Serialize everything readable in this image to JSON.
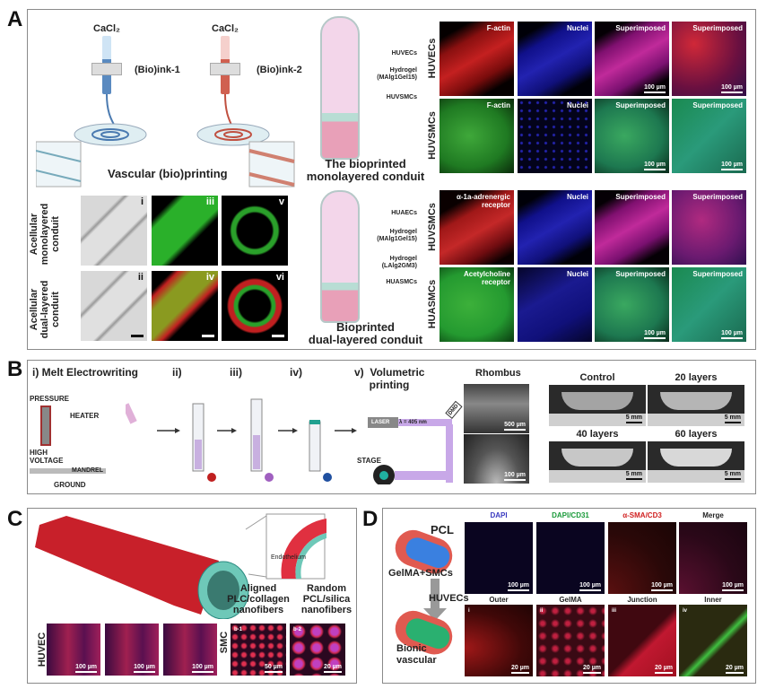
{
  "A": {
    "label": "A",
    "cacl2_left": "CaCl₂",
    "cacl2_right": "CaCl₂",
    "bioink1": "(Bio)ink-1",
    "bioink2": "(Bio)ink-2",
    "printing_title": "Vascular (bio)printing",
    "mono_conduit": {
      "layers": [
        "HUVECs",
        "Hydrogel\n(MAlg1Gel15)",
        "HUVSMCs"
      ],
      "title": "The bioprinted\nmonolayered conduit"
    },
    "dual_conduit": {
      "layers": [
        "HUAECs",
        "Hydrogel\n(MAlg1Gel15)",
        "Hydrogel\n(LAlg2GM3)",
        "HUASMCs"
      ],
      "title": "Bioprinted\ndual-layered conduit"
    },
    "acellular": {
      "rows": [
        "Acellular\nmonolayered\nconduit",
        "Acellular\ndual-layered\nconduit"
      ],
      "panels": [
        [
          "i",
          "iii",
          "v"
        ],
        [
          "ii",
          "iv",
          "vi"
        ]
      ]
    },
    "staining": [
      {
        "label": "HUVECs",
        "cells": [
          "F-actin",
          "Nuclei",
          "Superimposed",
          "Superimposed"
        ],
        "scale": [
          "",
          "",
          "100 µm",
          "100 µm"
        ],
        "tones": [
          "red",
          "blue",
          "mag",
          "redfull"
        ]
      },
      {
        "label": "HUVSMCs",
        "cells": [
          "F-actin",
          "Nuclei",
          "Superimposed",
          "Superimposed"
        ],
        "scale": [
          "",
          "",
          "100 µm",
          "100 µm"
        ],
        "tones": [
          "green",
          "bluedots",
          "gb",
          "gbfull"
        ]
      },
      {
        "label": "HUVSMCs",
        "cells": [
          "α-1a-adrenergic\nreceptor",
          "Nuclei",
          "Superimposed",
          "Superimposed"
        ],
        "scale": [
          "",
          "",
          "",
          ""
        ],
        "tones": [
          "redband",
          "blue",
          "mag",
          "magfull"
        ]
      },
      {
        "label": "HUASMCs",
        "cells": [
          "Acetylcholine\nreceptor",
          "Nuclei",
          "Superimposed",
          "Superimposed"
        ],
        "scale": [
          "",
          "",
          "100 µm",
          "100 µm"
        ],
        "tones": [
          "greenfull",
          "bluefull",
          "gb",
          "gbfull"
        ]
      }
    ]
  },
  "B": {
    "label": "B",
    "steps": [
      "i) Melt Electrowriting",
      "ii)",
      "iii)",
      "iv)",
      "v)  Volumetric\n     printing"
    ],
    "mew": {
      "pressure": "PRESSURE",
      "heater": "HEATER",
      "voltage": "HIGH\nVOLTAGE",
      "mandrel": "MANDREL",
      "ground": "GROUND"
    },
    "vp": {
      "laser": "LASER",
      "wavelength": "λ = 405 nm",
      "dmd": "DMD",
      "stage": "STAGE"
    },
    "rhombus": {
      "title": "Rhombus",
      "scales": [
        "500 µm",
        "100 µm"
      ]
    },
    "layers": [
      {
        "title": "Control",
        "scale": "5 mm"
      },
      {
        "title": "20 layers",
        "scale": "5 mm"
      },
      {
        "title": "40 layers",
        "scale": "5 mm"
      },
      {
        "title": "60 layers",
        "scale": "5 mm"
      }
    ]
  },
  "C": {
    "label": "C",
    "endothelium": "Endothelium",
    "aligned": "Aligned\nPLC/collagen\nnanofibers",
    "random": "Random\nPCL/silica\nnanofibers",
    "huvec_label": "HUVEC",
    "smc_label": "SMC",
    "huvec_scales": [
      "100 µm",
      "100 µm",
      "100 µm"
    ],
    "smc_panels": [
      {
        "tag": "b-1",
        "scale": "50 µm"
      },
      {
        "tag": "b-2",
        "scale": "20 µm"
      }
    ]
  },
  "D": {
    "label": "D",
    "pcl": "PCL",
    "gelma_smcs": "GelMA+SMCs",
    "huvecs": "HUVECs",
    "bionic": "Bionic\nvascular",
    "top": [
      {
        "title": "DAPI",
        "scale": "100 µm"
      },
      {
        "title": "DAPI/CD31",
        "scale": "100 µm"
      },
      {
        "title": "α-SMA/CD3",
        "scale": "100 µm"
      },
      {
        "title": "Merge",
        "scale": "100 µm"
      }
    ],
    "bottom": [
      {
        "title": "Outer",
        "tag": "i",
        "scale": "20 µm"
      },
      {
        "title": "GelMA",
        "tag": "ii",
        "scale": "20 µm"
      },
      {
        "title": "Junction",
        "tag": "iii",
        "scale": "20 µm"
      },
      {
        "title": "Inner",
        "tag": "iv",
        "scale": "20 µm"
      }
    ],
    "title_colors": {
      "dapi": "#3a3ac0",
      "cd31": "#1a9a3a",
      "sma": "#d02020"
    }
  }
}
